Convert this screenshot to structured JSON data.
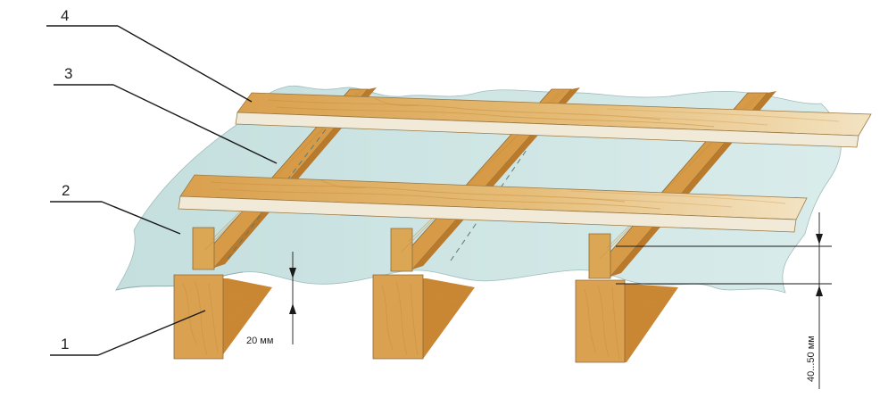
{
  "labels": {
    "rafter": "1",
    "membrane": "2",
    "counter_batten": "3",
    "batten": "4"
  },
  "dimensions": {
    "gap": "20 мм",
    "counter_batten_height": "40...50 мм"
  },
  "colors": {
    "membrane": "#cfe6e4",
    "wood_dark": "#d49a45",
    "wood_light": "#e9c98c",
    "board": "#e2b46a"
  }
}
